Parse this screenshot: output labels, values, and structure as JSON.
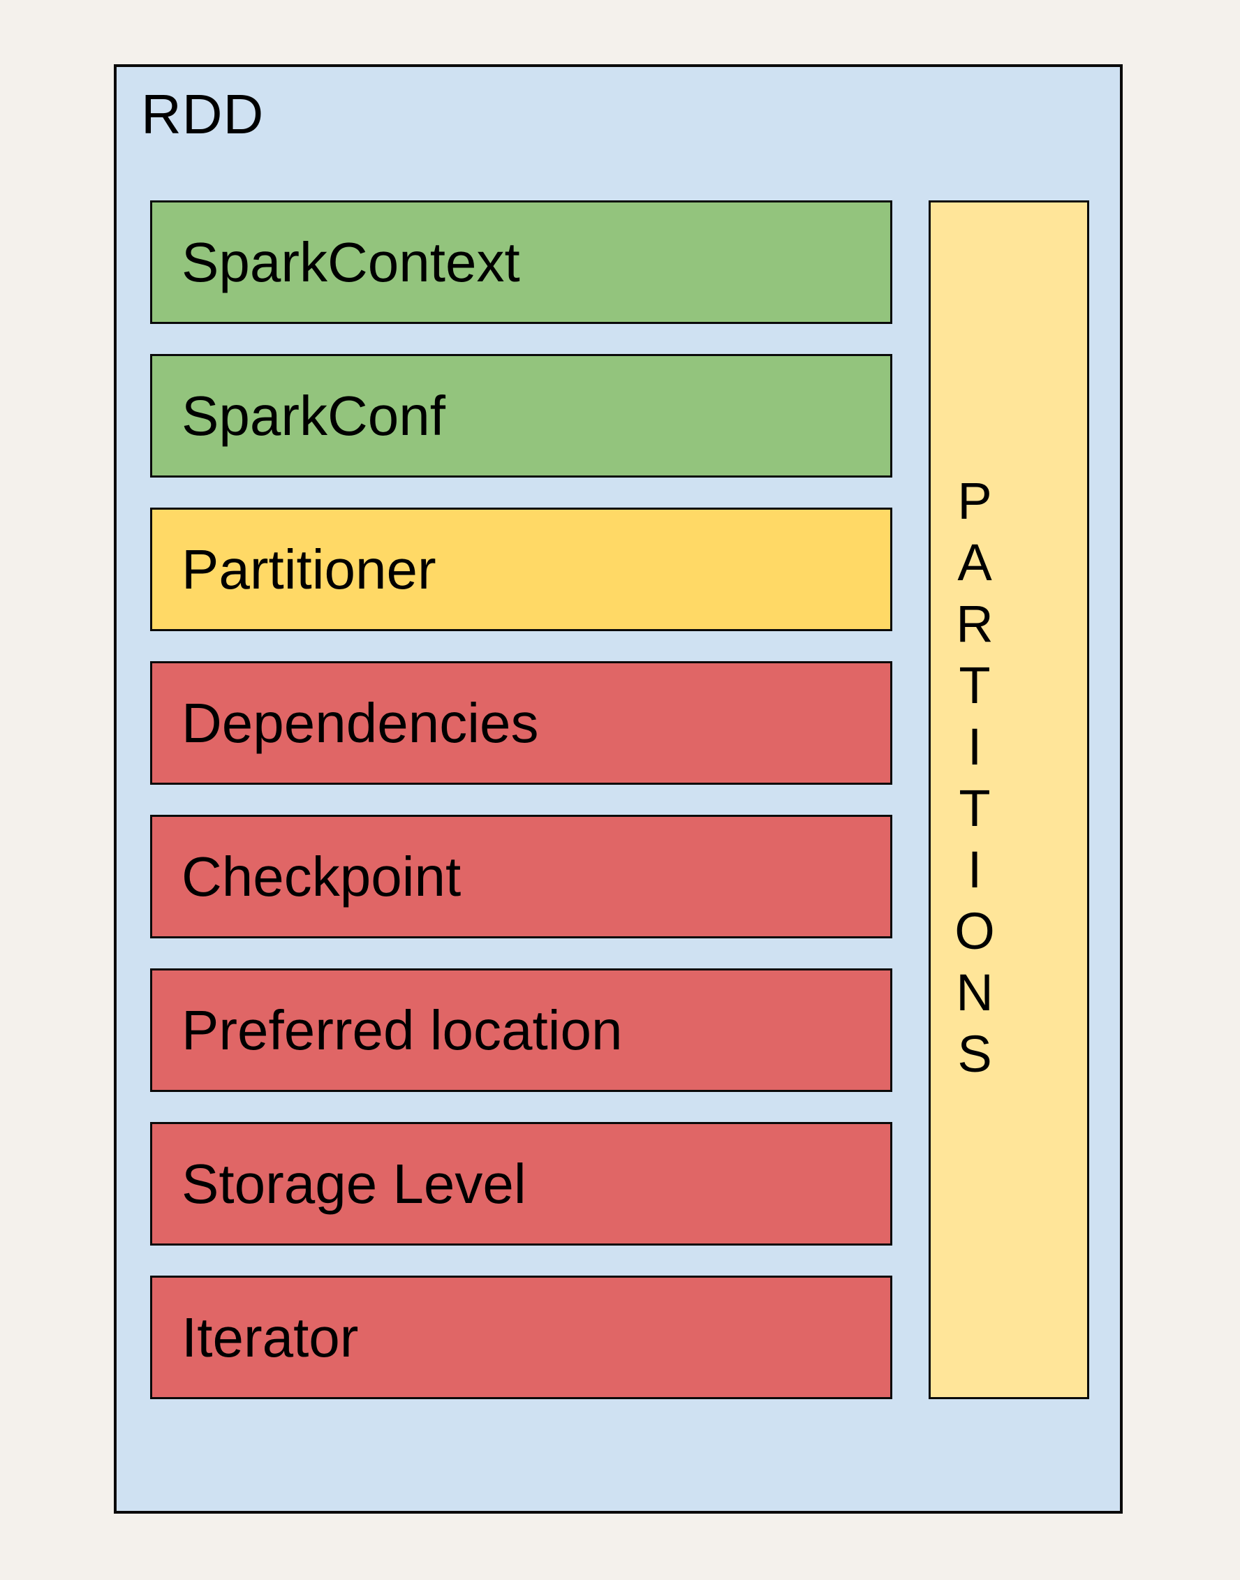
{
  "background_color": "#f4f1ec",
  "border_color": "#0a0a0a",
  "rdd": {
    "title": "RDD",
    "container_color": "#cfe1f2",
    "attributes": [
      {
        "label": "SparkContext",
        "color": "#93c47d"
      },
      {
        "label": "SparkConf",
        "color": "#93c47d"
      },
      {
        "label": "Partitioner",
        "color": "#ffd966"
      },
      {
        "label": "Dependencies",
        "color": "#e06666"
      },
      {
        "label": "Checkpoint",
        "color": "#e06666"
      },
      {
        "label": "Preferred location",
        "color": "#e06666"
      },
      {
        "label": "Storage Level",
        "color": "#e06666"
      },
      {
        "label": "Iterator",
        "color": "#e06666"
      }
    ],
    "partitions": {
      "label": "PARTITIONS",
      "color": "#ffe599"
    }
  }
}
